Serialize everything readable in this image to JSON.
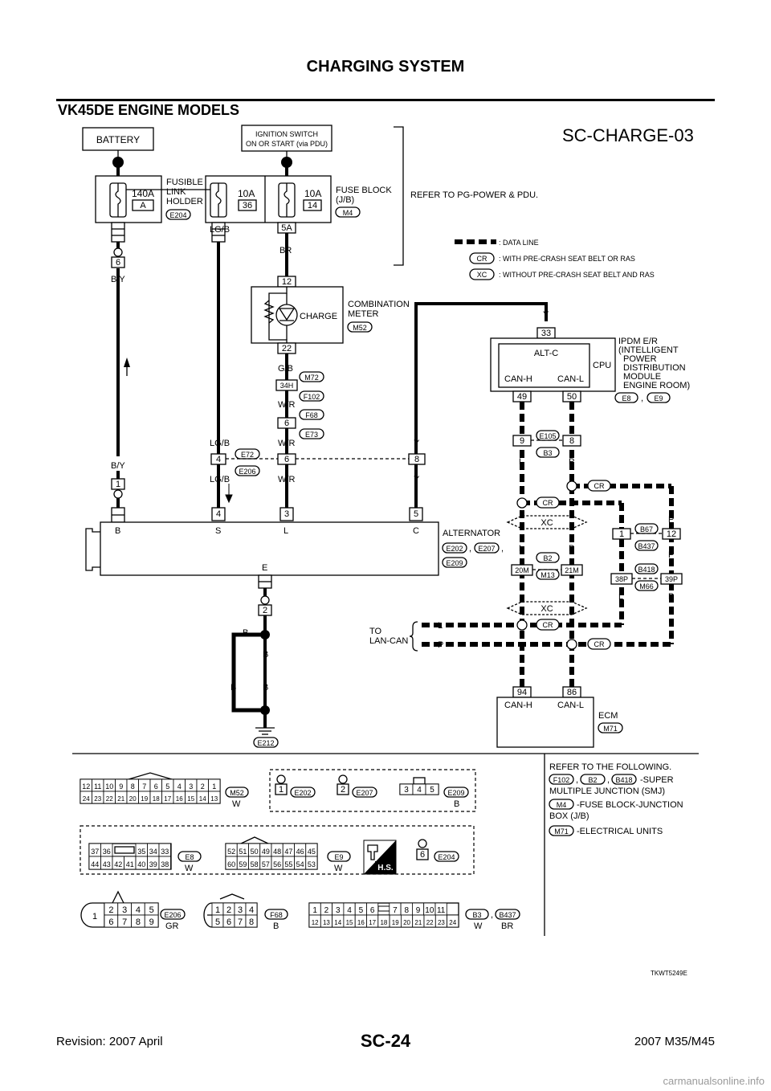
{
  "header": {
    "title": "CHARGING SYSTEM",
    "section": "VK45DE ENGINE MODELS"
  },
  "diagram_id": "SC-CHARGE-03",
  "power": {
    "battery": "BATTERY",
    "ignition_line1": "IGNITION SWITCH",
    "ignition_line2": "ON OR START (via PDU)",
    "fuse_140a": "140A",
    "fuse_140a_id": "A",
    "fusible_line1": "FUSIBLE",
    "fusible_line2": "LINK",
    "fusible_line3": "HOLDER",
    "fusible_conn": "E204",
    "fuse_10a_a": "10A",
    "fuse_10a_a_id": "36",
    "fuse_10a_b": "10A",
    "fuse_10a_b_id": "14",
    "fuse_block_line1": "FUSE BLOCK",
    "fuse_block_line2": "(J/B)",
    "fuse_block_conn": "M4",
    "refer_power": "REFER TO PG-POWER & PDU.",
    "pin_5a": "5A"
  },
  "legend": {
    "data_line": ": DATA LINE",
    "cr_badge": "CR",
    "cr_text": ": WITH PRE-CRASH SEAT BELT OR RAS",
    "xc_badge": "XC",
    "xc_text": ": WITHOUT PRE-CRASH SEAT BELT AND RAS"
  },
  "meter": {
    "pin_top": "12",
    "pin_bottom": "22",
    "label": "CHARGE",
    "name_line1": "COMBINATION",
    "name_line2": "METER",
    "conn": "M52"
  },
  "ipdm": {
    "pin_33": "33",
    "alt_c": "ALT-C",
    "cpu": "CPU",
    "can_h": "CAN-H",
    "can_l": "CAN-L",
    "pin_49": "49",
    "pin_50": "50",
    "name_line1": "IPDM E/R",
    "name_line2": "(INTELLIGENT",
    "name_line3": "POWER",
    "name_line4": "DISTRIBUTION",
    "name_line5": "MODULE",
    "name_line6": "ENGINE ROOM)",
    "conn_a": "E8",
    "conn_b": "E9",
    "sep": ","
  },
  "wires": {
    "by": "B/Y",
    "lgb": "LG/B",
    "br": "BR",
    "gb": "G/B",
    "wr": "W/R",
    "y": "Y",
    "l": "L",
    "p": "P",
    "b": "B"
  },
  "connectors": {
    "c6": "6",
    "c1": "1",
    "c34h": "34H",
    "c6b": "6",
    "c4": "4",
    "c6c": "6",
    "c8": "8",
    "c9": "9",
    "c8b": "8",
    "c2": "2",
    "m72": "M72",
    "f102": "F102",
    "f68": "F68",
    "e73": "E73",
    "e72": "E72",
    "e206": "E206",
    "e105": "E105",
    "b3": "B3"
  },
  "alternator": {
    "pin_4": "4",
    "pin_3": "3",
    "pin_5": "5",
    "term_b": "B",
    "term_s": "S",
    "term_l": "L",
    "term_c": "C",
    "term_e": "E",
    "name": "ALTERNATOR",
    "conn_a": "E202",
    "conn_b": "E207",
    "conn_c": "E209",
    "sep": ","
  },
  "can": {
    "xc": "XC",
    "cr": "CR",
    "b67": "B67",
    "b437": "B437",
    "pin_1": "1",
    "pin_12": "12",
    "b2": "B2",
    "m13": "M13",
    "pin_20m": "20M",
    "pin_21m": "21M",
    "b418": "B418",
    "m66": "M66",
    "pin_38p": "38P",
    "pin_39p": "39P",
    "to_line1": "TO",
    "to_line2": "LAN-CAN"
  },
  "ecm": {
    "pin_94": "94",
    "pin_86": "86",
    "can_h": "CAN-H",
    "can_l": "CAN-L",
    "name": "ECM",
    "conn": "M71"
  },
  "ground": {
    "conn": "E212"
  },
  "refer": {
    "title": "REFER TO THE FOLLOWING.",
    "c1": "F102",
    "c2": "B2",
    "c3": "B418",
    "smj_a": "-SUPER",
    "smj_b": "MULTIPLE JUNCTION (SMJ)",
    "c4": "M4",
    "jb_a": "-FUSE BLOCK-JUNCTION",
    "jb_b": "BOX (J/B)",
    "c5": "M71",
    "eu": "-ELECTRICAL UNITS"
  },
  "conn_views": {
    "m52_top": [
      "12",
      "11",
      "10",
      "9",
      "8",
      "7",
      "6",
      "5",
      "4",
      "3",
      "2",
      "1"
    ],
    "m52_bot": [
      "24",
      "23",
      "22",
      "21",
      "20",
      "19",
      "18",
      "17",
      "16",
      "15",
      "14",
      "13"
    ],
    "m52": "M52",
    "m52_color": "W",
    "e202_pin": "1",
    "e202": "E202",
    "e207_pin": "2",
    "e207": "E207",
    "e209_pins": [
      "3",
      "4",
      "5"
    ],
    "e209": "E209",
    "e209_color": "B",
    "e8_top": [
      "37",
      "36",
      "35",
      "34",
      "33"
    ],
    "e8_bot": [
      "44",
      "43",
      "42",
      "41",
      "40",
      "39",
      "38"
    ],
    "e8": "E8",
    "e8_color": "W",
    "e9_top": [
      "52",
      "51",
      "50",
      "49",
      "48",
      "47",
      "46",
      "45"
    ],
    "e9_bot": [
      "60",
      "59",
      "58",
      "57",
      "56",
      "55",
      "54",
      "53"
    ],
    "e9": "E9",
    "e9_color": "W",
    "hs": "H.S.",
    "e204_pin": "6",
    "e204": "E204",
    "e206_big": "1",
    "e206_top": [
      "2",
      "3",
      "4",
      "5"
    ],
    "e206_bot": [
      "6",
      "7",
      "8",
      "9"
    ],
    "e206": "E206",
    "e206_color": "GR",
    "f68_top": [
      "1",
      "2",
      "3",
      "4"
    ],
    "f68_bot": [
      "5",
      "6",
      "7",
      "8"
    ],
    "f68": "F68",
    "f68_color": "B",
    "b3_top": [
      "1",
      "2",
      "3",
      "4",
      "5",
      "6",
      "7",
      "8",
      "9",
      "10",
      "11"
    ],
    "b3_bot": [
      "12",
      "13",
      "14",
      "15",
      "16",
      "17",
      "18",
      "19",
      "20",
      "21",
      "22",
      "23",
      "24"
    ],
    "b3": "B3",
    "b3_color": "W",
    "b437": "B437",
    "b437_color": "BR",
    "sep": ","
  },
  "code": "TKWT5249E",
  "footer": {
    "left": "Revision: 2007 April",
    "center": "SC-24",
    "right": "2007 M35/M45",
    "site": "carmanualsonline.info"
  }
}
